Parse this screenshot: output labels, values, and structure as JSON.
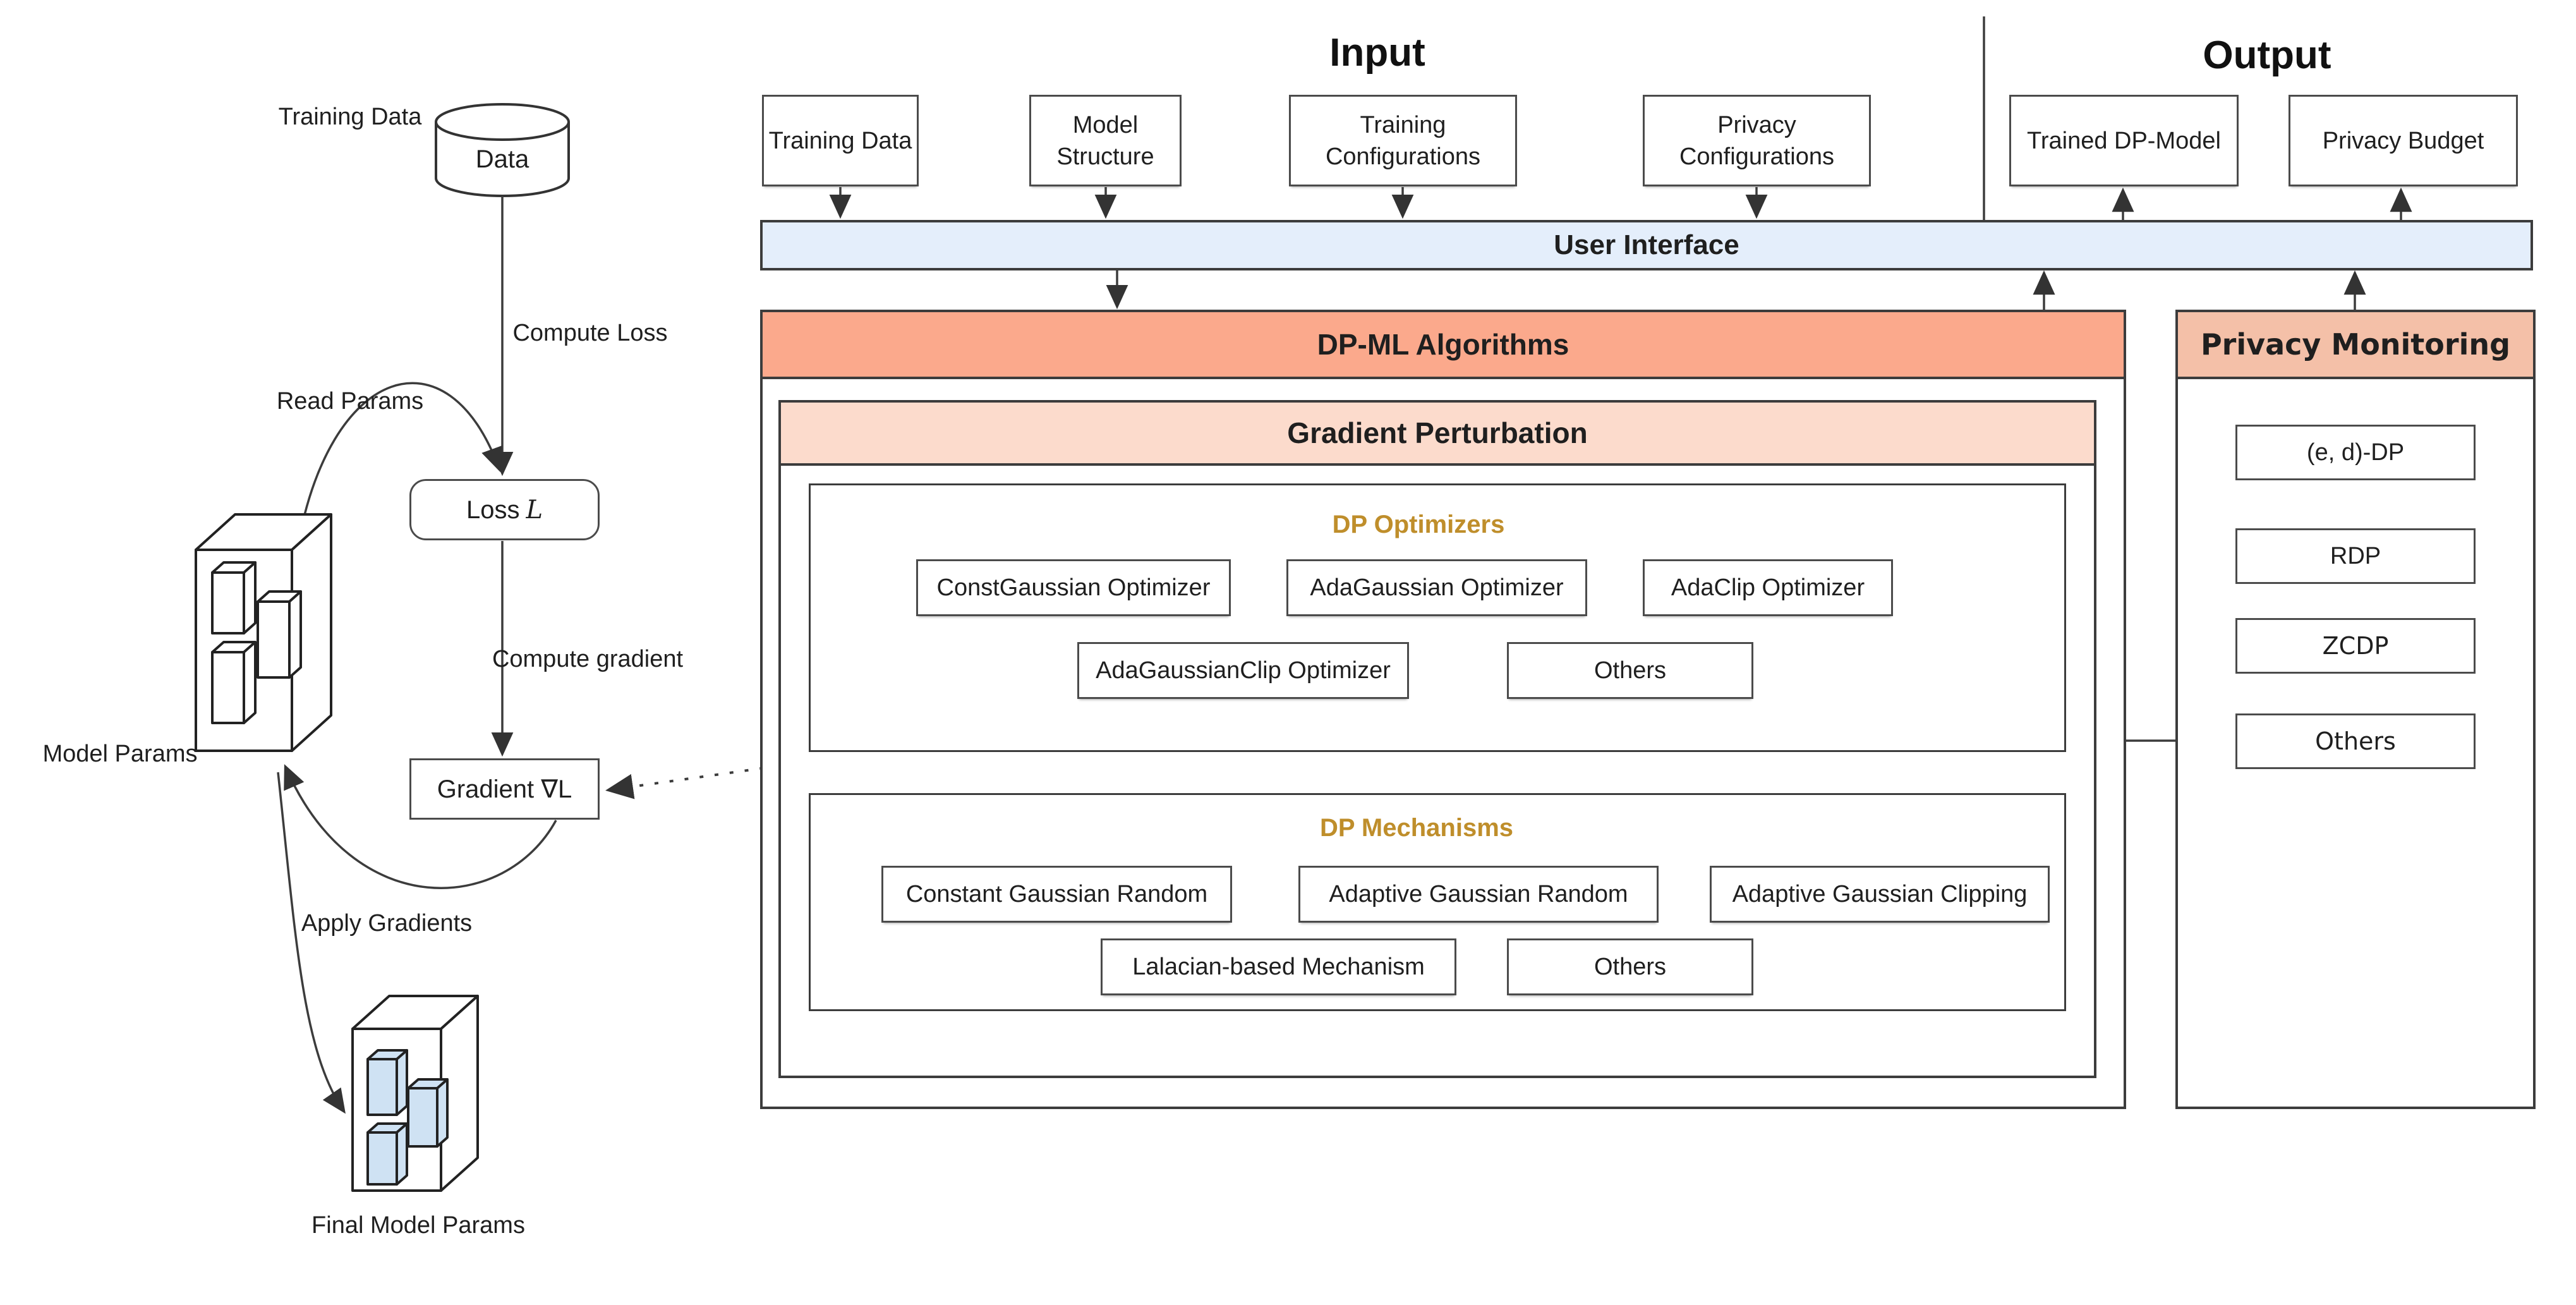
{
  "titles": {
    "input": "Input",
    "output": "Output"
  },
  "left_flow": {
    "training_data_label": "Training Data",
    "cylinder_label": "Data",
    "compute_loss_label": "Compute Loss",
    "read_params_label": "Read Params",
    "loss_label": "Loss",
    "loss_symbol": "L",
    "compute_gradient_label": "Compute gradient",
    "gradient_label": "Gradient ∇L",
    "model_params_label": "Model Params",
    "apply_gradients_label": "Apply Gradients",
    "final_model_params_label": "Final Model Params"
  },
  "input_boxes": [
    "Training Data",
    "Model Structure",
    "Training Configurations",
    "Privacy Configurations"
  ],
  "output_boxes": [
    "Trained DP-Model",
    "Privacy Budget"
  ],
  "user_interface": {
    "label": "User Interface"
  },
  "dp_ml": {
    "header": "DP-ML Algorithms",
    "gradient_perturbation_header": "Gradient Perturbation",
    "dp_optimizers": {
      "title": "DP Optimizers",
      "row1": [
        "ConstGaussian Optimizer",
        "AdaGaussian Optimizer",
        "AdaClip Optimizer"
      ],
      "row2": [
        "AdaGaussianClip Optimizer",
        "Others"
      ]
    },
    "dp_mechanisms": {
      "title": "DP Mechanisms",
      "row1": [
        "Constant Gaussian Random",
        "Adaptive Gaussian Random",
        "Adaptive Gaussian Clipping"
      ],
      "row2": [
        "Lalacian-based Mechanism",
        "Others"
      ]
    }
  },
  "privacy_monitoring": {
    "header": "Privacy Monitoring",
    "items": [
      "(e, d)-DP",
      "RDP",
      "ZCDP",
      "Others"
    ]
  },
  "colors": {
    "ui_bar": "#e4eefb",
    "dpml_header": "#fba98c",
    "gradient_perturbation_header": "#fcdbcc",
    "privacy_header": "#f4c0a8",
    "accent_gold": "#bf8e2b",
    "param_blue": "#cfe2f3",
    "line": "#3c3c3c"
  }
}
